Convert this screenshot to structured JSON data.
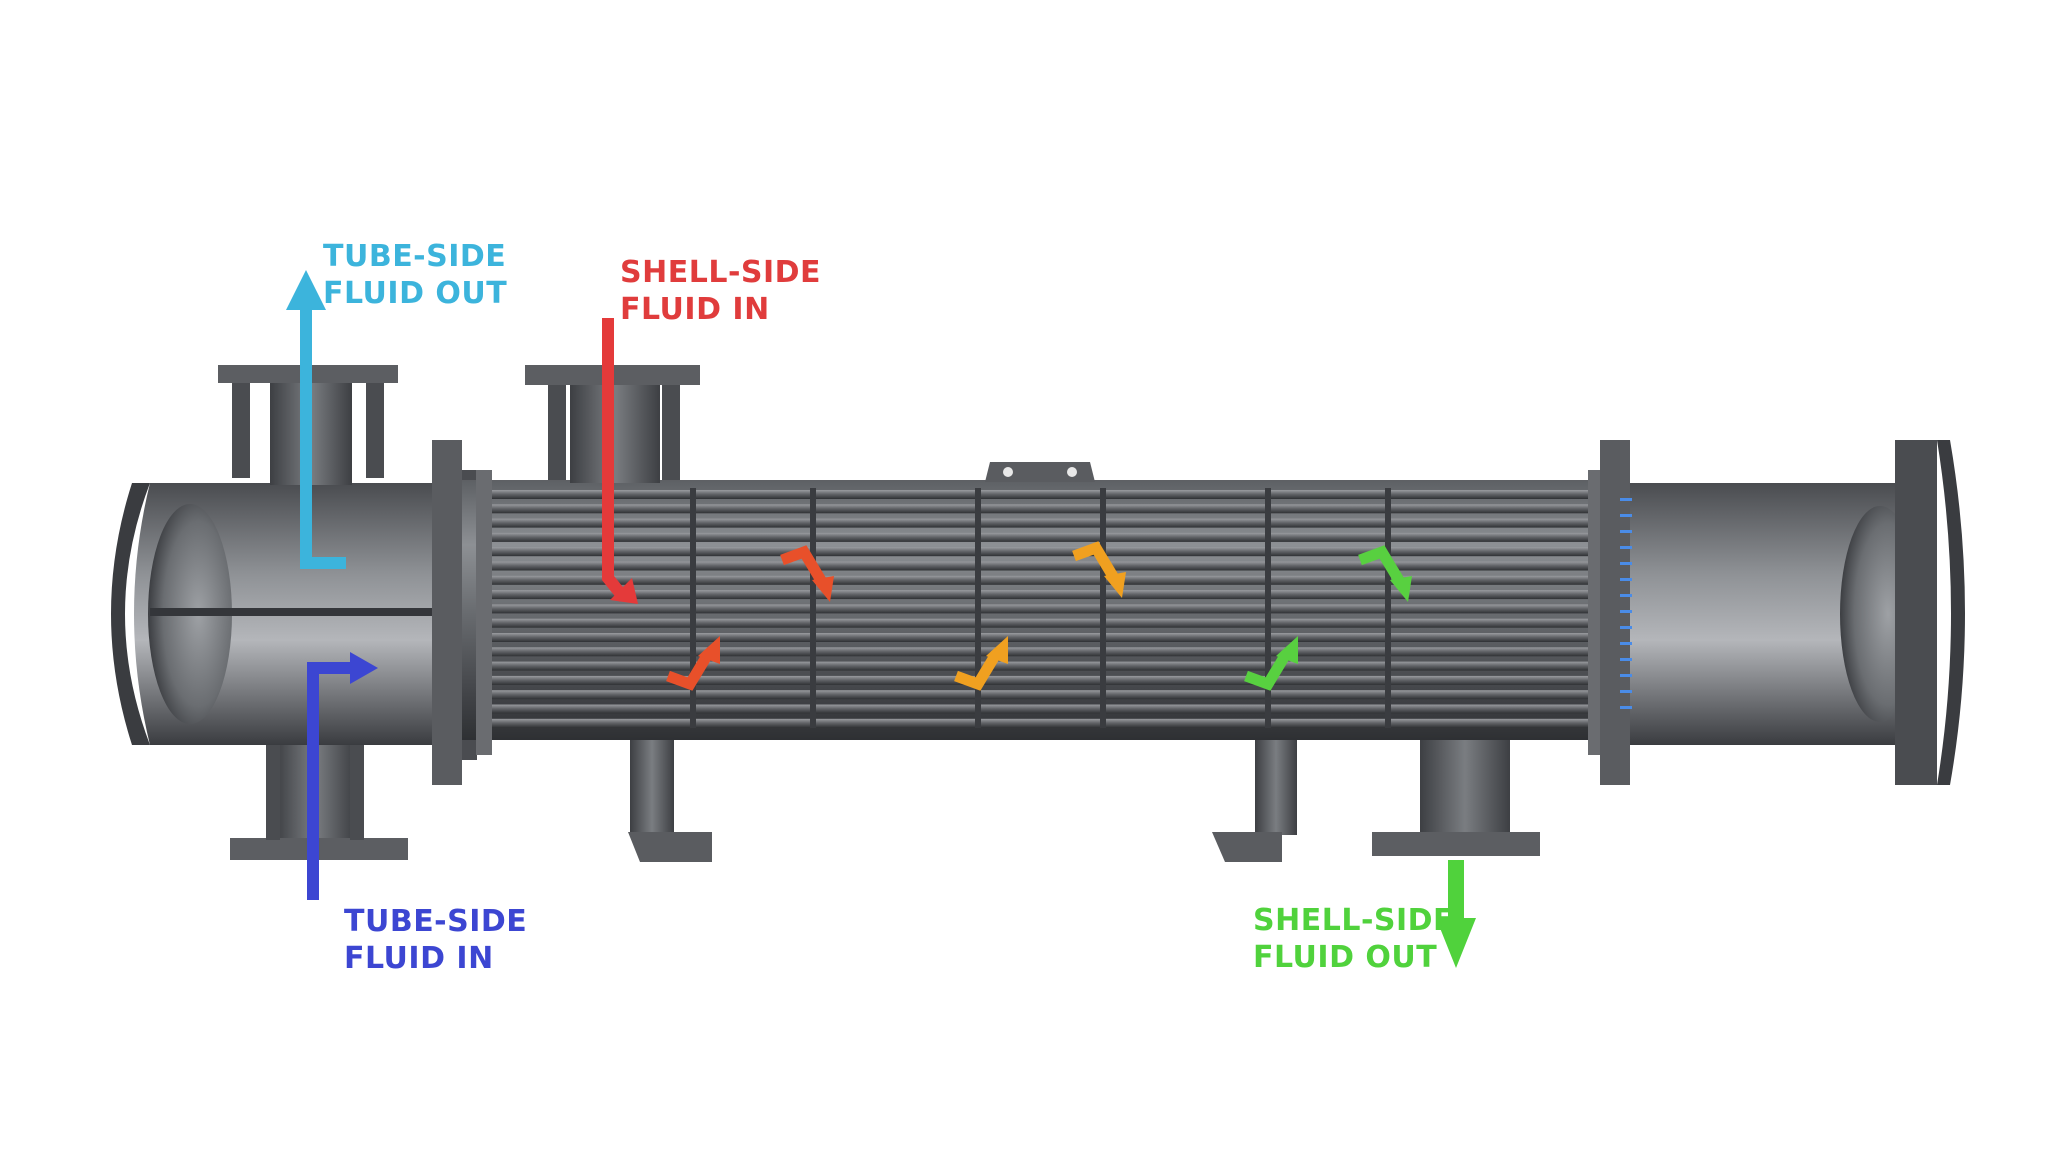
{
  "labels": {
    "tube_out": {
      "line1": "TUBE-SIDE",
      "line2": "FLUID OUT",
      "color": "#3cb4dc"
    },
    "shell_in": {
      "line1": "SHELL-SIDE",
      "line2": "FLUID IN",
      "color": "#e03c3c"
    },
    "tube_in": {
      "line1": "TUBE-SIDE",
      "line2": "FLUID IN",
      "color": "#3c46d2"
    },
    "shell_out": {
      "line1": "SHELL-SIDE",
      "line2": "FLUID OUT",
      "color": "#50d23c"
    }
  },
  "colors": {
    "tube_out_arrow": "#3cb4dc",
    "shell_in_arrow": "#e43a3a",
    "tube_in_arrow": "#3c46d2",
    "shell_out_arrow": "#50d23c",
    "flow_red": "#e8502a",
    "flow_orange": "#f0a020",
    "flow_green": "#58d040",
    "metal_dark": "#3c3e42",
    "metal_mid": "#5a5c60",
    "metal_light": "#8a8c90"
  }
}
